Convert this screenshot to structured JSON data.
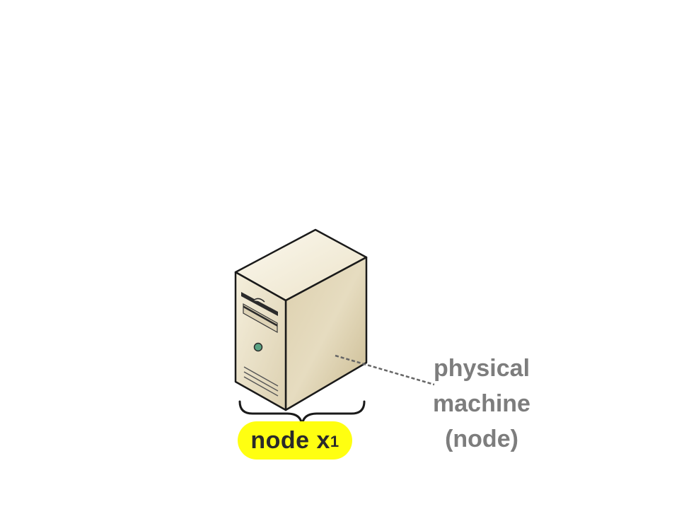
{
  "node_label": {
    "prefix": "node x",
    "subscript": "1",
    "background": "#ffff11"
  },
  "machine_label": {
    "lines": [
      "physical",
      "machine",
      "(node)"
    ],
    "color": "#7d7d7d"
  },
  "icons": {
    "server": "server-tower-icon",
    "power_button": "power-button-icon",
    "brace": "curly-brace-icon"
  },
  "colors": {
    "server_front": "#e9e1c9",
    "server_side": "#d2c4a0",
    "server_top": "#f6f1e2",
    "power_led": "#5aa383",
    "connector_line": "#666666"
  }
}
